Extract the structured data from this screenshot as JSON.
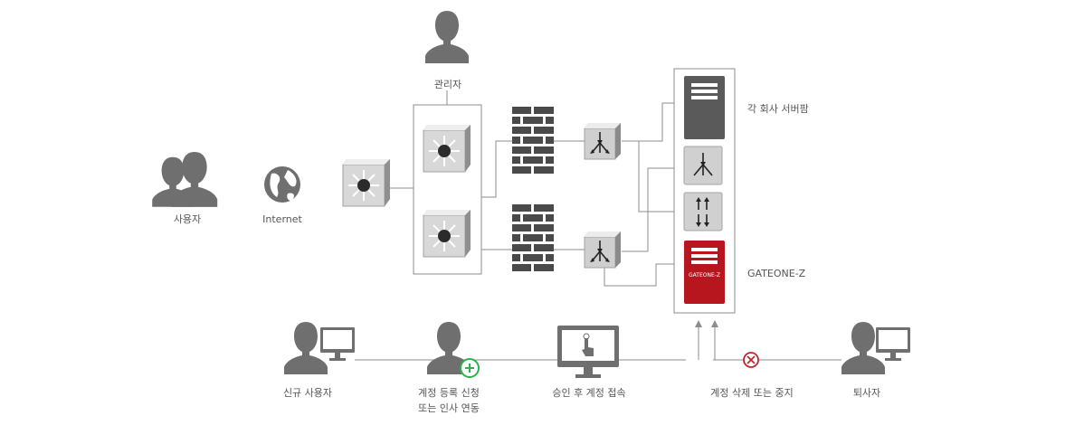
{
  "labels": {
    "users": "사용자",
    "internet": "Internet",
    "admin": "관리자",
    "server_farm": "각 회사 서버팜",
    "gateone": "GATEONE-Z",
    "gateone_badge": "GATEONE-Z",
    "new_user": "신규 사용자",
    "register_line1": "계정 등록 신청",
    "register_line2": "또는 인사 연동",
    "approve_access": "승인 후 계정 접속",
    "delete_suspend": "계정 삭제 또는 중지",
    "retiree": "퇴사자"
  },
  "colors": {
    "person": "#6f6f6f",
    "firewall": "#4a4a4a",
    "server_dark": "#5a5a5a",
    "gateone_red": "#b8161f",
    "plus_green": "#2bb24c",
    "cross_red": "#c0262d",
    "wire": "#8c8c8c"
  },
  "icons": [
    "users-icon",
    "globe-icon",
    "admin-icon",
    "l3-switch-icon",
    "firewall-icon",
    "router-icon",
    "server-icon",
    "load-balancer-icon",
    "sync-icon",
    "gateone-appliance-icon",
    "workstation-user-icon",
    "plus-icon",
    "monitor-touch-icon",
    "cancel-icon",
    "retiree-icon"
  ]
}
